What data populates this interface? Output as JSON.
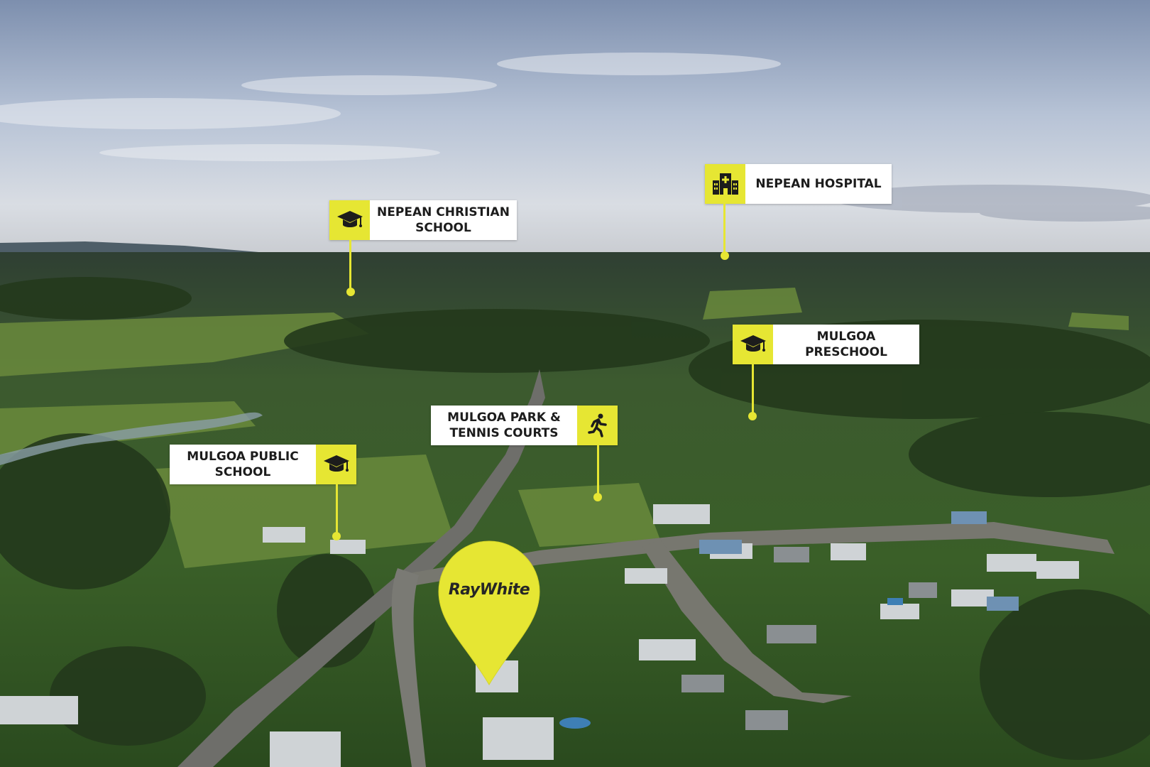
{
  "colors": {
    "accent": "#e6e633",
    "card_background": "#ffffff",
    "card_text": "#1c1c1c"
  },
  "brand": {
    "pin_text": "RayWhite"
  },
  "callouts": [
    {
      "label": "NEPEAN CHRISTIAN\nSCHOOL",
      "icon": "graduation-cap-icon"
    },
    {
      "label": "NEPEAN HOSPITAL",
      "icon": "hospital-icon"
    },
    {
      "label": "MULGOA\nPRESCHOOL",
      "icon": "graduation-cap-icon"
    },
    {
      "label": "MULGOA PARK &\nTENNIS COURTS",
      "icon": "running-person-icon"
    },
    {
      "label": "MULGOA PUBLIC\nSCHOOL",
      "icon": "graduation-cap-icon"
    }
  ]
}
